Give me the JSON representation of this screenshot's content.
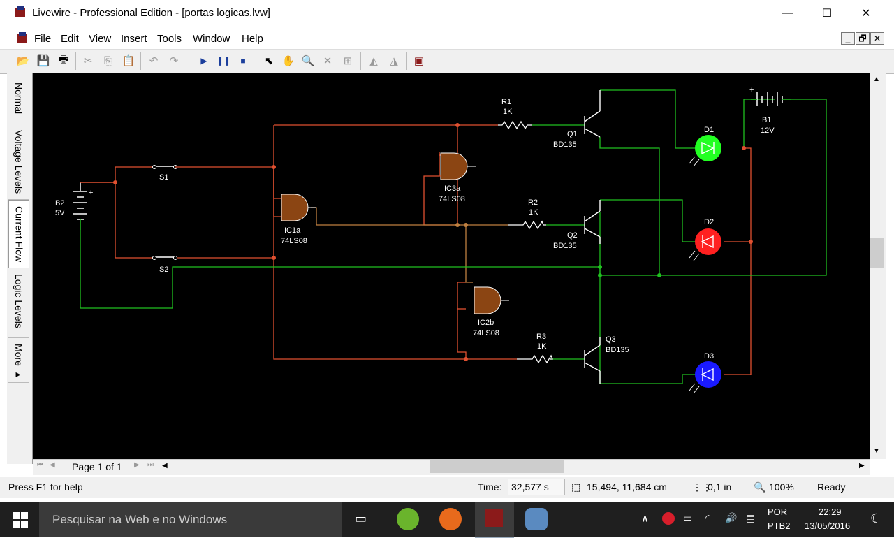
{
  "window": {
    "title": "Livewire - Professional Edition - [portas logicas.lvw]",
    "minimize": "—",
    "maximize": "☐",
    "close": "✕"
  },
  "menu": {
    "items": [
      "File",
      "Edit",
      "View",
      "Insert",
      "Tools",
      "Window",
      "Help"
    ],
    "mdi": [
      "_",
      "🗗",
      "✕"
    ]
  },
  "toolbar": {
    "buttons": [
      "open-icon",
      "save-icon",
      "print-icon",
      "cut-icon",
      "copy-icon",
      "paste-icon",
      "undo-icon",
      "redo-icon",
      "play-icon",
      "pause-icon",
      "stop-icon",
      "select-pointer-icon",
      "hand-pan-icon",
      "zoom-icon",
      "delete-icon",
      "component-icon",
      "rotate-left-icon",
      "rotate-right-icon",
      "gallery-icon"
    ]
  },
  "side_tabs": [
    "Normal",
    "Voltage Levels",
    "Current Flow",
    "Logic Levels",
    "More ▸"
  ],
  "circuit": {
    "b2": {
      "name": "B2",
      "value": "5V",
      "plus": "+"
    },
    "b1": {
      "name": "B1",
      "value": "12V",
      "plus": "+"
    },
    "s1": "S1",
    "s2": "S2",
    "ic1a": {
      "name": "IC1a",
      "part": "74LS08"
    },
    "ic3a": {
      "name": "IC3a",
      "part": "74LS08"
    },
    "ic2b": {
      "name": "IC2b",
      "part": "74LS08"
    },
    "r1": {
      "name": "R1",
      "value": "1K"
    },
    "r2": {
      "name": "R2",
      "value": "1K"
    },
    "r3": {
      "name": "R3",
      "value": "1K"
    },
    "q1": {
      "name": "Q1",
      "part": "BD135"
    },
    "q2": {
      "name": "Q2",
      "part": "BD135"
    },
    "q3": {
      "name": "Q3",
      "part": "BD135"
    },
    "d1": {
      "name": "D1",
      "color": "#22ff22"
    },
    "d2": {
      "name": "D2",
      "color": "#ff2020"
    },
    "d3": {
      "name": "D3",
      "color": "#1a1aff"
    }
  },
  "colors": {
    "wire_high": "#e05030",
    "wire_low": "#20c020",
    "wire_mid": "#c08040",
    "gate": "#8b4513"
  },
  "pager": {
    "label": "Page 1 of 1"
  },
  "status": {
    "help": "Press F1 for help",
    "time_label": "Time:",
    "time_value": "32,577 s",
    "coords": "15,494, 11,684 cm",
    "grid": "0,1 in",
    "zoom": "100%",
    "state": "Ready"
  },
  "taskbar": {
    "search_placeholder": "Pesquisar na Web e no Windows",
    "lang": "POR",
    "layout": "PTB2",
    "time": "22:29",
    "date": "13/05/2016"
  }
}
